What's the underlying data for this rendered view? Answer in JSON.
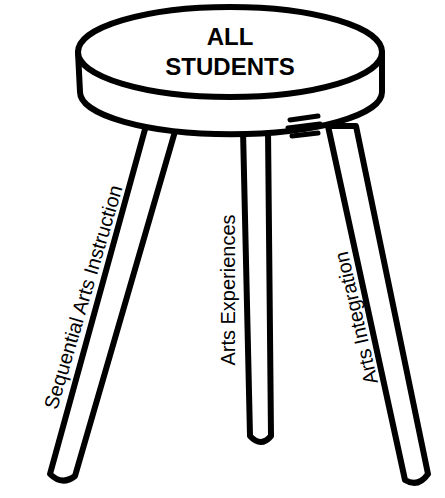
{
  "diagram": {
    "nodes": [
      {
        "text": [
          "ALL STUDENTS"
        ]
      }
    ],
    "labels": [
      "Sequential Arts Instruction",
      "Arts Experiences",
      "Arts Integration"
    ]
  }
}
